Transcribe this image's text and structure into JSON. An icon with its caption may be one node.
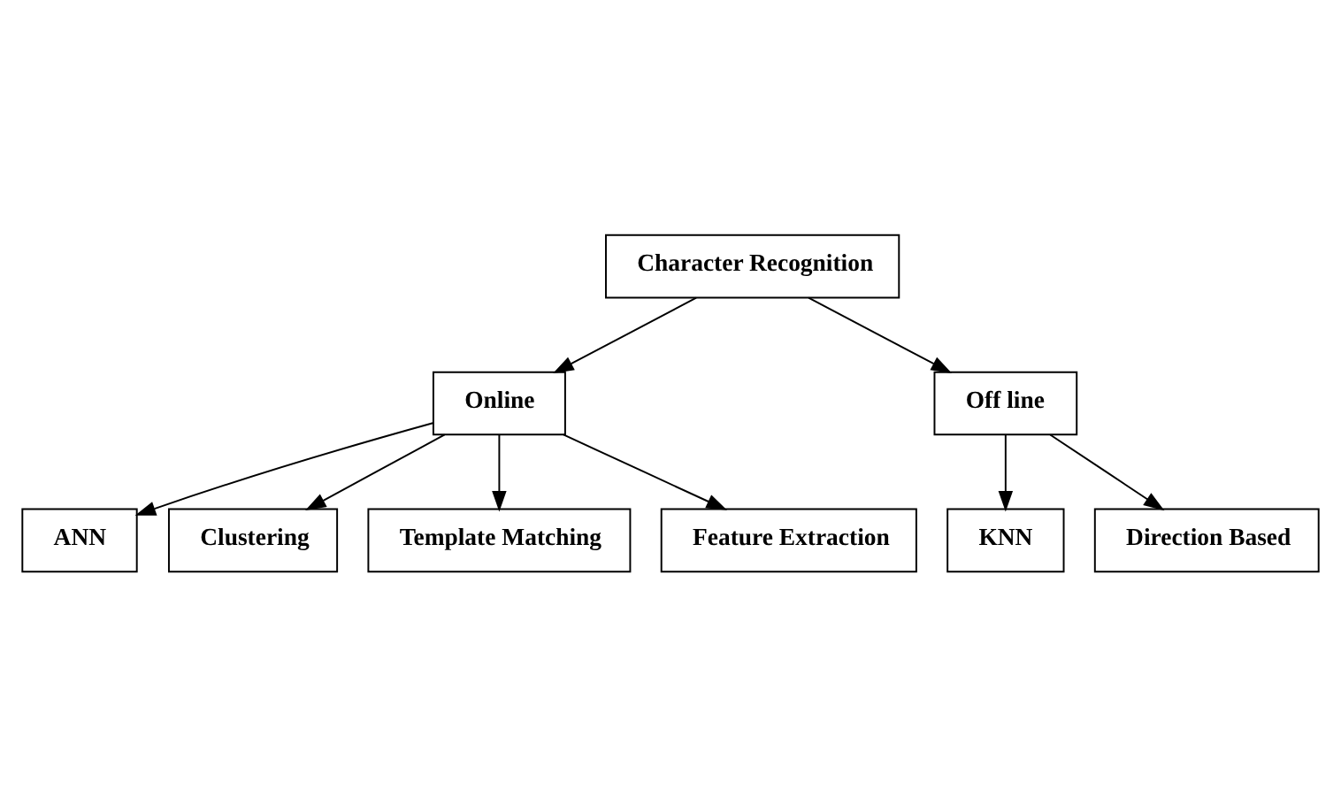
{
  "diagram": {
    "nodes": [
      {
        "text": [
          "Character Recognition"
        ]
      },
      {
        "text": [
          "Online"
        ]
      },
      {
        "text": [
          "Off line"
        ]
      },
      {
        "text": [
          "ANN"
        ]
      },
      {
        "text": [
          "Clustering"
        ]
      },
      {
        "text": [
          "Template Matching"
        ]
      },
      {
        "text": [
          "Feature Extraction"
        ]
      },
      {
        "text": [
          "KNN"
        ]
      },
      {
        "text": [
          "Direction Based"
        ]
      }
    ],
    "edges": [
      {
        "from": 0,
        "to": 1,
        "arrow": "to"
      },
      {
        "from": 0,
        "to": 2,
        "arrow": "to"
      },
      {
        "from": 1,
        "to": 3,
        "arrow": "to"
      },
      {
        "from": 1,
        "to": 4,
        "arrow": "to"
      },
      {
        "from": 1,
        "to": 5,
        "arrow": "to"
      },
      {
        "from": 1,
        "to": 6,
        "arrow": "to"
      },
      {
        "from": 2,
        "to": 7,
        "arrow": "to"
      },
      {
        "from": 2,
        "to": 8,
        "arrow": "to"
      }
    ]
  }
}
